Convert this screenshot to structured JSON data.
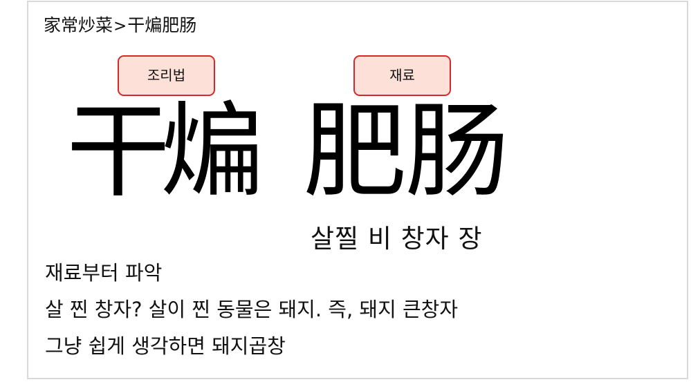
{
  "breadcrumb": {
    "category": "家常炒菜",
    "separator": ">",
    "current": "干煸肥肠"
  },
  "buttons": {
    "recipe_label": "조리법",
    "ingredients_label": "재료"
  },
  "title": {
    "word1": "干煸",
    "word2": "肥肠"
  },
  "reading": "살찔 비 창자 장",
  "notes": [
    "재료부터 파악",
    "살 찐 창자? 살이 찐 동물은 돼지. 즉, 돼지 큰창자",
    "그냥 쉽게 생각하면 돼지곱창"
  ]
}
